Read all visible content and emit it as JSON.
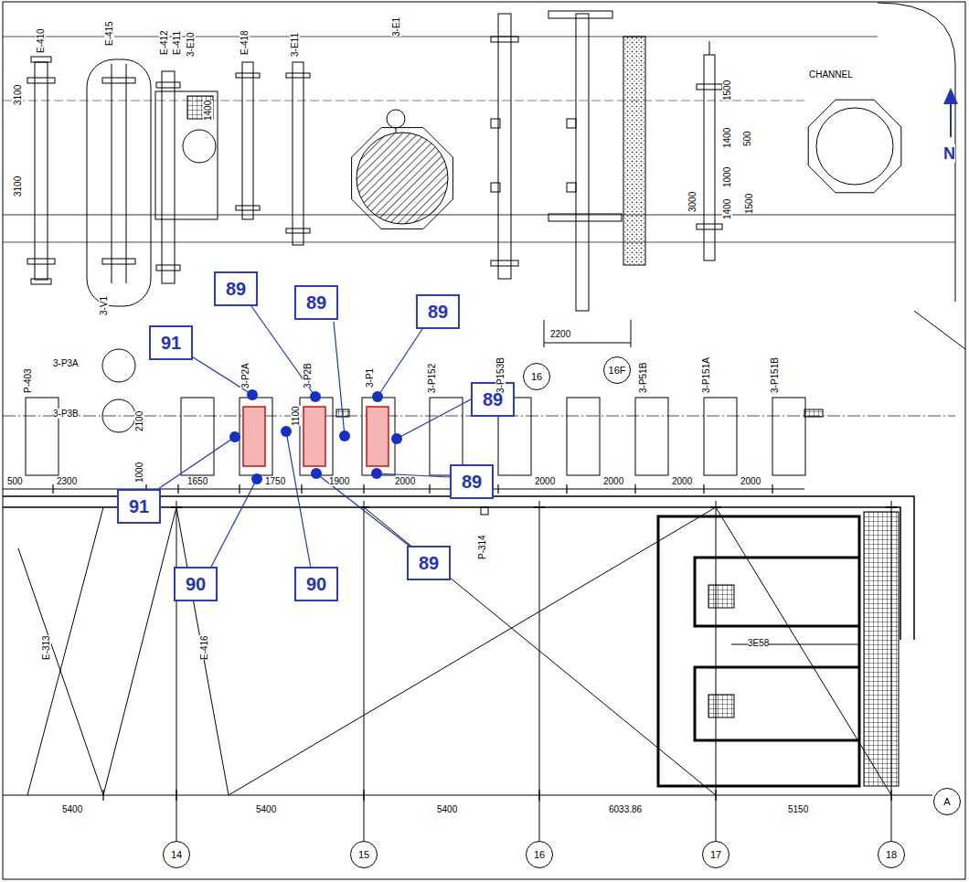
{
  "diagram": {
    "nodes": [
      {
        "text": [
          "89"
        ]
      },
      {
        "text": [
          "89"
        ]
      },
      {
        "text": [
          "89"
        ]
      },
      {
        "text": [
          "91"
        ]
      },
      {
        "text": [
          "89"
        ]
      },
      {
        "text": [
          "89"
        ]
      },
      {
        "text": [
          "91"
        ]
      },
      {
        "text": [
          "89"
        ]
      },
      {
        "text": [
          "90"
        ]
      },
      {
        "text": [
          "90"
        ]
      },
      {
        "text": [
          "16"
        ]
      },
      {
        "text": [
          "16F"
        ]
      },
      {
        "text": [
          "A"
        ]
      },
      {
        "text": [
          "14"
        ]
      },
      {
        "text": [
          "15"
        ]
      },
      {
        "text": [
          "16"
        ]
      },
      {
        "text": [
          "17"
        ]
      },
      {
        "text": [
          "18"
        ]
      }
    ],
    "labels": [
      "E-410",
      "E-415",
      "E-412",
      "E-411",
      "3-E10",
      "E-418",
      "3-E11",
      "3-E1",
      "3100",
      "3100",
      "1400",
      "CHANNEL",
      "1500",
      "1400",
      "500",
      "3000",
      "1000",
      "1400",
      "1500",
      "2200",
      "3-V1",
      "P-403",
      "3-P3A",
      "3-P3B",
      "2100",
      "1000",
      "3-P2A",
      "1100",
      "3-P2B",
      "3-P1",
      "3-P152",
      "3-P153B",
      "3-P51B",
      "3-P151A",
      "3-P151B",
      "500",
      "2300",
      "1650",
      "1750",
      "1900",
      "2000",
      "2000",
      "2000",
      "2000",
      "2000",
      "P-314",
      "E-313",
      "E-416",
      "3E58",
      "5400",
      "5400",
      "5400",
      "6033.86",
      "5150",
      "N"
    ]
  }
}
